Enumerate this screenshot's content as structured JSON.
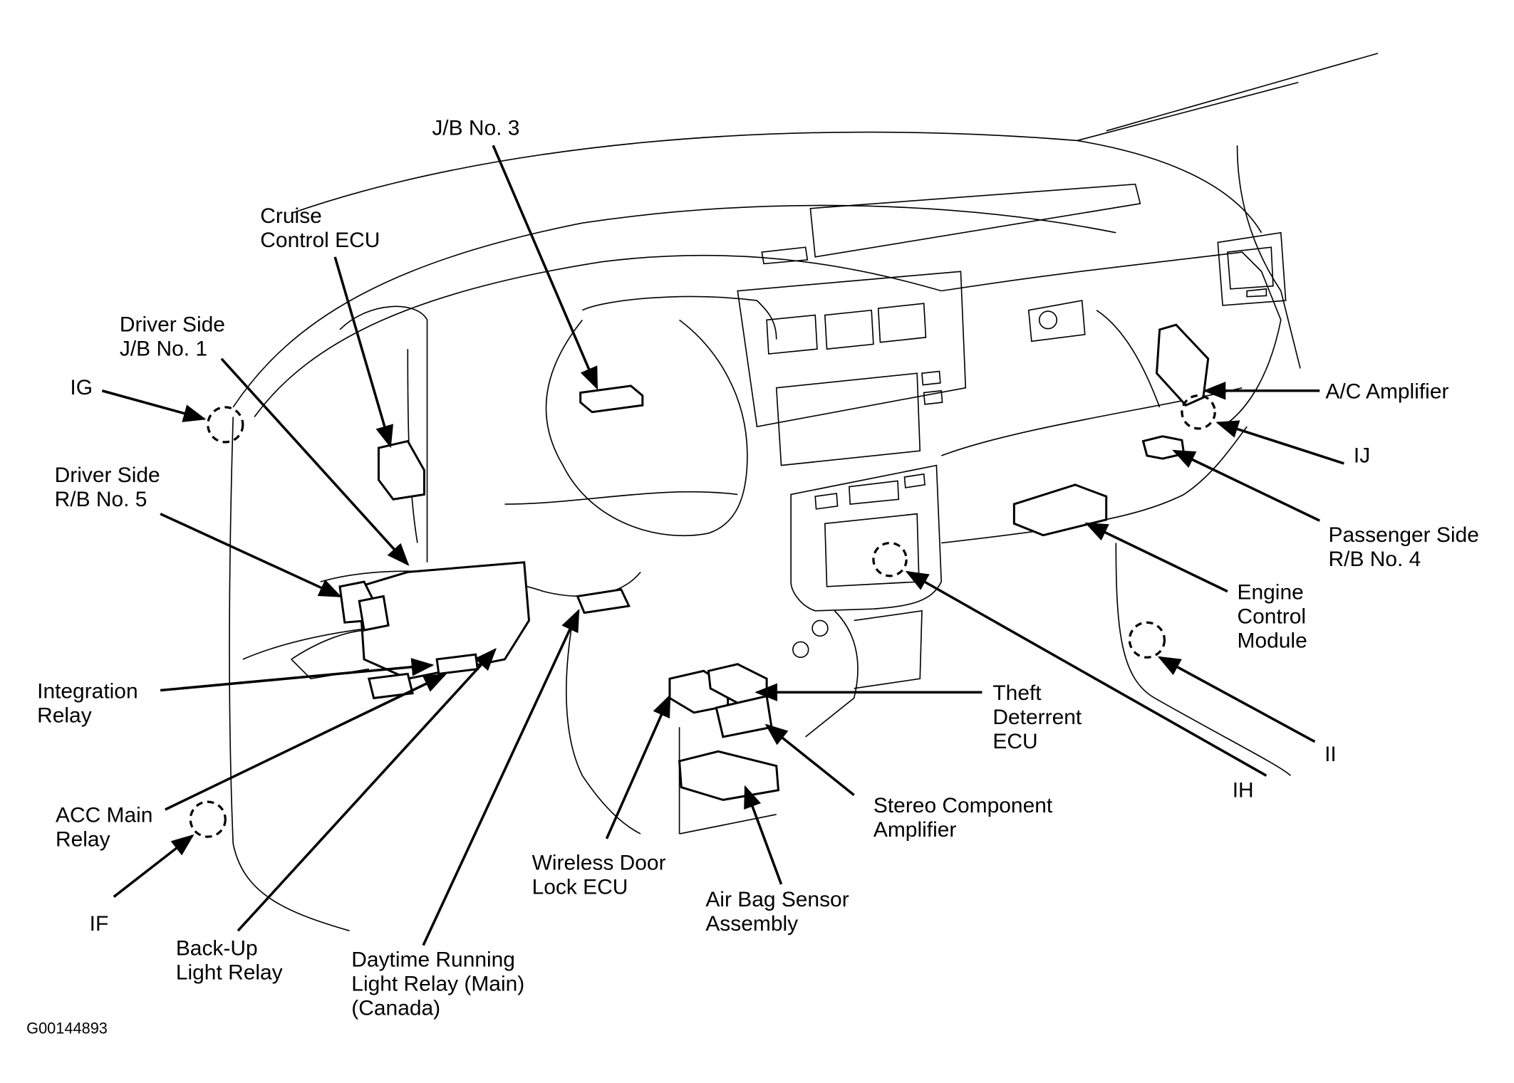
{
  "figure_id": "G00144893",
  "labels": {
    "jb3": [
      "J/B No. 3"
    ],
    "cruise": [
      "Cruise",
      "Control ECU"
    ],
    "jb1": [
      "Driver Side",
      "J/B No. 1"
    ],
    "ig": [
      "IG"
    ],
    "rb5": [
      "Driver Side",
      "R/B No. 5"
    ],
    "integration": [
      "Integration",
      "Relay"
    ],
    "acc": [
      "ACC Main",
      "Relay"
    ],
    "if": [
      "IF"
    ],
    "backup": [
      "Back-Up",
      "Light Relay"
    ],
    "drl": [
      "Daytime Running",
      "Light Relay (Main)",
      "(Canada)"
    ],
    "wireless": [
      "Wireless Door",
      "Lock ECU"
    ],
    "airbag": [
      "Air Bag Sensor",
      "Assembly"
    ],
    "stereo": [
      "Stereo Component",
      "Amplifier"
    ],
    "theft": [
      "Theft",
      "Deterrent",
      "ECU"
    ],
    "ih": [
      "IH"
    ],
    "ii": [
      "II"
    ],
    "ecm": [
      "Engine",
      "Control",
      "Module"
    ],
    "rb4": [
      "Passenger Side",
      "R/B No. 4"
    ],
    "ij": [
      "IJ"
    ],
    "ac": [
      "A/C Amplifier"
    ]
  }
}
